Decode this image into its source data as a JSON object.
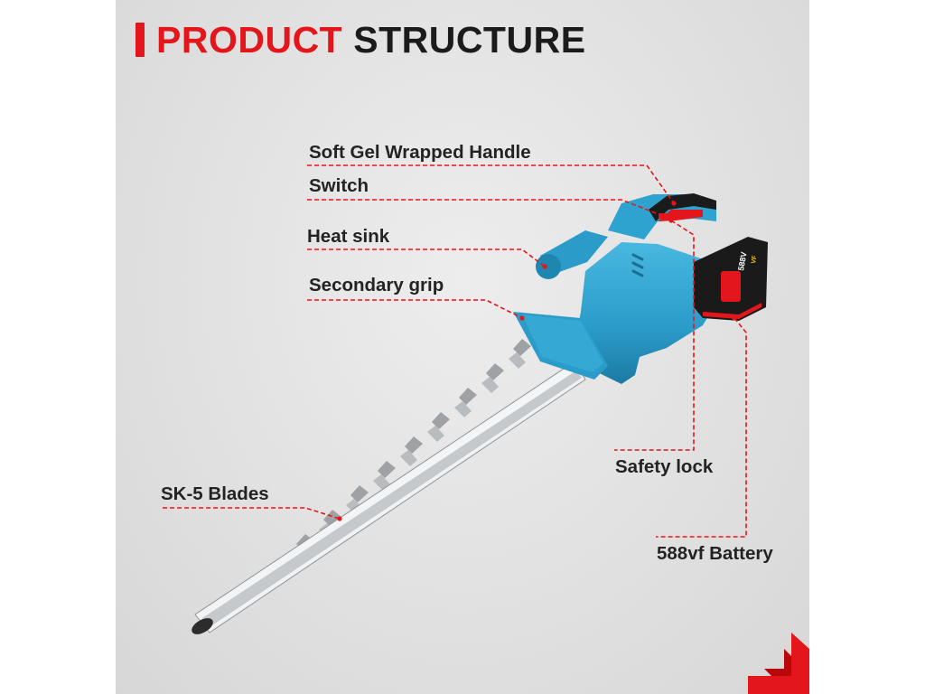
{
  "title": {
    "part1": "PRODUCT",
    "part2": "STRUCTURE"
  },
  "labels": {
    "handle": "Soft Gel Wrapped Handle",
    "switch": "Switch",
    "heat_sink": "Heat sink",
    "secondary_grip": "Secondary grip",
    "safety_lock": "Safety lock",
    "battery": "588vf Battery",
    "blades": "SK-5 Blades"
  },
  "battery_text": {
    "voltage": "588V",
    "badge": "VF"
  },
  "colors": {
    "accent": "#e3171b",
    "body": "#2ea3d0",
    "body_dark": "#1d7ea6",
    "battery": "#1a1a1a",
    "text": "#232323"
  },
  "icons": {
    "corner": "corner-arrow-icon"
  }
}
